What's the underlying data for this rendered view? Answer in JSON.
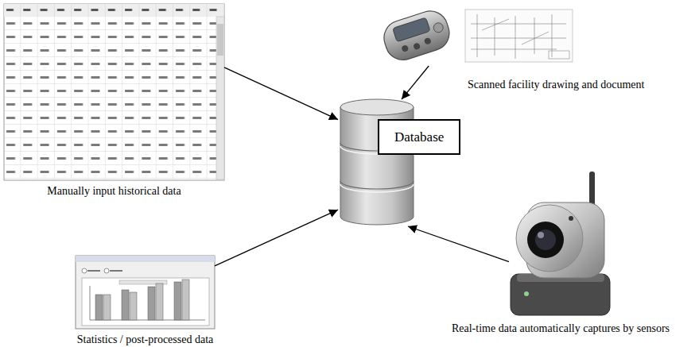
{
  "diagram": {
    "nodes": [
      {
        "text": [
          "Manually input historical data"
        ]
      },
      {
        "text": [
          "Scanned facility drawing and document"
        ]
      },
      {
        "text": [
          "Database"
        ]
      },
      {
        "text": [
          "Statistics / post-processed data"
        ]
      },
      {
        "text": [
          "Real-time data automatically captures by sensors"
        ]
      }
    ],
    "edges": [
      {
        "from": 0,
        "to": 2,
        "arrow": "to"
      },
      {
        "from": 1,
        "to": 2,
        "arrow": "to"
      },
      {
        "from": 3,
        "to": 2,
        "arrow": "to"
      },
      {
        "from": 4,
        "to": 2,
        "arrow": "to"
      }
    ]
  }
}
